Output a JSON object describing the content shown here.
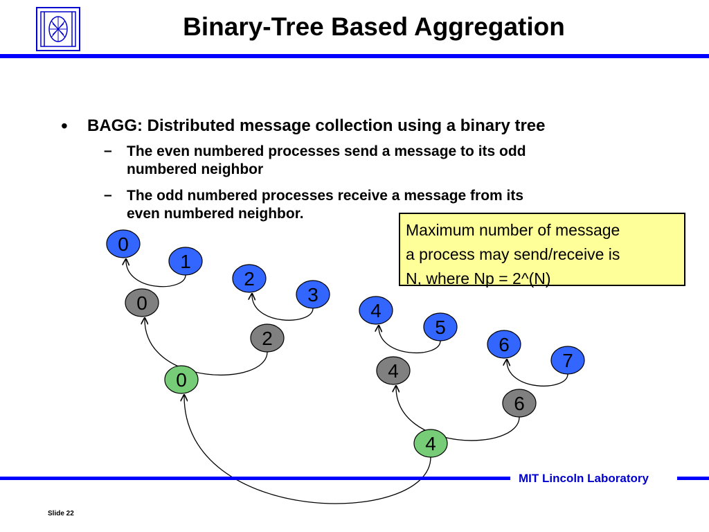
{
  "slide": {
    "title": "Binary-Tree Based Aggregation",
    "bullet": {
      "symbol": "•",
      "text": "BAGG: Distributed message collection using a binary tree",
      "subitems": [
        {
          "dash": "–",
          "line1": "The even numbered processes send a message to its odd",
          "line2": "numbered neighbor"
        },
        {
          "dash": "–",
          "line1": "The odd numbered processes receive a message from its",
          "line2": "even numbered neighbor."
        }
      ]
    },
    "note": {
      "lines": [
        "Maximum number of message",
        "a process may send/receive is",
        "N, where Np = 2^(N)"
      ]
    },
    "footer": {
      "lab": "MIT Lincoln Laboratory",
      "slide_number": "Slide 22"
    }
  },
  "colors": {
    "rule": "#0000ff",
    "lab_text": "#0000cc",
    "leaf_fill": "#3366ff",
    "level1_fill": "#808080",
    "root_fill": "#77cc77",
    "note_fill": "#ffff99"
  },
  "tree": {
    "nodes": [
      {
        "id": "L0",
        "label": "0",
        "level": "leaf"
      },
      {
        "id": "L1",
        "label": "1",
        "level": "leaf"
      },
      {
        "id": "L2",
        "label": "2",
        "level": "leaf"
      },
      {
        "id": "L3",
        "label": "3",
        "level": "leaf"
      },
      {
        "id": "L4",
        "label": "4",
        "level": "leaf"
      },
      {
        "id": "L5",
        "label": "5",
        "level": "leaf"
      },
      {
        "id": "L6",
        "label": "6",
        "level": "leaf"
      },
      {
        "id": "L7",
        "label": "7",
        "level": "leaf"
      },
      {
        "id": "M0",
        "label": "0",
        "level": "level1"
      },
      {
        "id": "M2",
        "label": "2",
        "level": "level1"
      },
      {
        "id": "M4",
        "label": "4",
        "level": "level1"
      },
      {
        "id": "M6",
        "label": "6",
        "level": "level1"
      },
      {
        "id": "R0",
        "label": "0",
        "level": "level2"
      },
      {
        "id": "R4",
        "label": "4",
        "level": "level2"
      }
    ],
    "edges": [
      {
        "from": "L1",
        "to": "L0"
      },
      {
        "from": "L3",
        "to": "L2"
      },
      {
        "from": "L5",
        "to": "L4"
      },
      {
        "from": "L7",
        "to": "L6"
      },
      {
        "from": "M2",
        "to": "M0"
      },
      {
        "from": "M6",
        "to": "M4"
      },
      {
        "from": "R4",
        "to": "R0"
      }
    ]
  }
}
